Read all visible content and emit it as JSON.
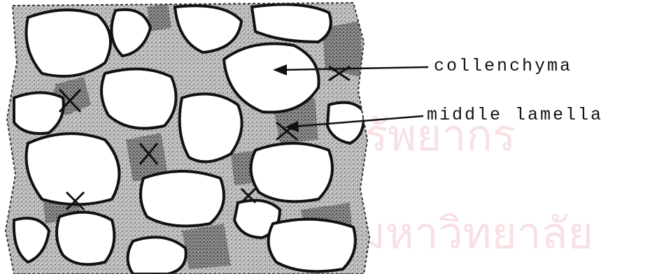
{
  "labels": {
    "collenchyma": "collenchyma",
    "middle_lamella": "middle lamella"
  },
  "watermark": {
    "line1": "ศูนย์วิทยทรัพยากร",
    "line2": "จุฬาลงกรณ์มหาวิทยาลัย"
  },
  "colors": {
    "ink": "#111111",
    "cell_lumen": "#ffffff",
    "wall_stipple": "#9a9a9a",
    "watermark": "#f3c9cf"
  }
}
